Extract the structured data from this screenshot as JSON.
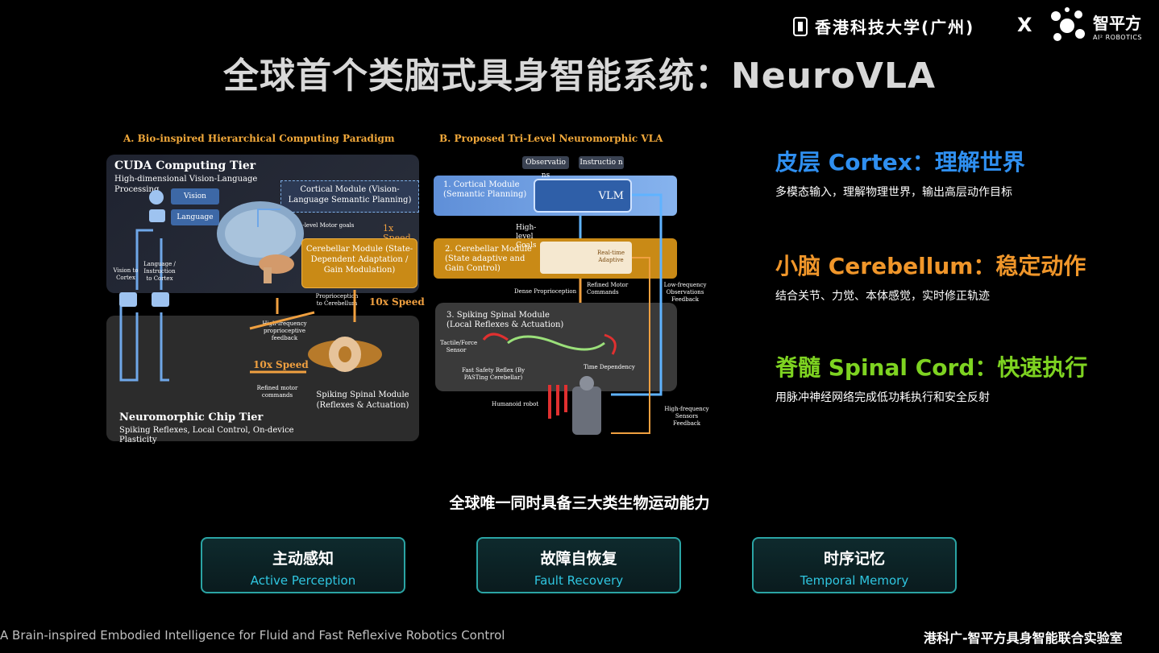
{
  "header": {
    "hkust_name": "香港科技大学(广州)",
    "separator": "X",
    "partner_name": "智平方",
    "partner_sub": "AI² ROBOTICS"
  },
  "title": "全球首个类脑式具身智能系统：NeuroVLA",
  "figure": {
    "caption_a": "A. Bio-inspired Hierarchical Computing Paradigm",
    "caption_b": "B. Proposed Tri-Level Neuromorphic VLA",
    "cuda_tier_title": "CUDA Computing Tier",
    "cuda_tier_desc": "High-dimensional Vision-Language Processing",
    "vision_label": "Vision",
    "language_label": "Language",
    "vision_to_cortex": "Vision to Cortex",
    "language_to_cortex": "Language / Instruction to Cortex",
    "cortical_module_a": "Cortical Module (Vision-Language Semantic Planning)",
    "high_level_motor_goals": "High-level Motor goals",
    "speed_1x": "1x Speed",
    "cerebellar_module_a": "Cerebellar Module (State-Dependent Adaptation / Gain Modulation)",
    "proprioception_to_cerebellum": "Proprioception to Cerebellum",
    "speed_10x_a": "10x Speed",
    "high_freq_feedback": "High-frequency proprioceptive feedback",
    "speed_10x_b": "10x Speed",
    "refined_motor_commands_a": "Refined motor commands",
    "spinal_module_a": "Spiking Spinal Module (Reflexes & Actuation)",
    "neuro_tier_title": "Neuromorphic Chip Tier",
    "neuro_tier_desc": "Spiking Reflexes, Local Control, On-device Plasticity",
    "observation": "Observatio ns",
    "instruction": "Instructio n",
    "cortical_module_b": "1. Cortical Module (Semantic Planning)",
    "vlm": "VLM",
    "high_level_goals": "High-level Goals",
    "cerebellar_module_b": "2. Cerebellar Module (State adaptive and Gain Control)",
    "real_time_adaptive": "Real-time Adaptive",
    "dense_proprioception": "Dense Proprioception",
    "refined_motor_commands_b": "Refined Motor Commands",
    "low_freq_feedback": "Low-frequency Observations Feedback",
    "spinal_module_b": "3. Spiking Spinal Module (Local Reflexes & Actuation)",
    "tactile_sensor": "Tactile/Force Sensor",
    "fast_safety_reflex": "Fast Safety Reflex (By PASTing Cerebellar)",
    "time_dependency": "Time Dependency",
    "humanoid_robot": "Humanoid robot",
    "high_freq_sensors": "High-frequency Sensors Feedback"
  },
  "levels": [
    {
      "title": "皮层 Cortex：理解世界",
      "desc": "多模态输入，理解物理世界，输出高层动作目标",
      "color": "#2f8ff0"
    },
    {
      "title": "小脑 Cerebellum：稳定动作",
      "desc": "结合关节、力觉、本体感觉，实时修正轨迹",
      "color": "#f0962a"
    },
    {
      "title": "脊髓 Spinal Cord：快速执行",
      "desc": "用脉冲神经网络完成低功耗执行和安全反射",
      "color": "#7ed321"
    }
  ],
  "ability_heading": "全球唯一同时具备三大类生物运动能力",
  "abilities": [
    {
      "cn": "主动感知",
      "en": "Active Perception"
    },
    {
      "cn": "故障自恢复",
      "en": "Fault Recovery"
    },
    {
      "cn": "时序记忆",
      "en": "Temporal Memory"
    }
  ],
  "footer": {
    "left": "A Brain-inspired Embodied Intelligence for Fluid and Fast Reflexive Robotics Control",
    "right": "港科广-智平方具身智能联合实验室"
  }
}
